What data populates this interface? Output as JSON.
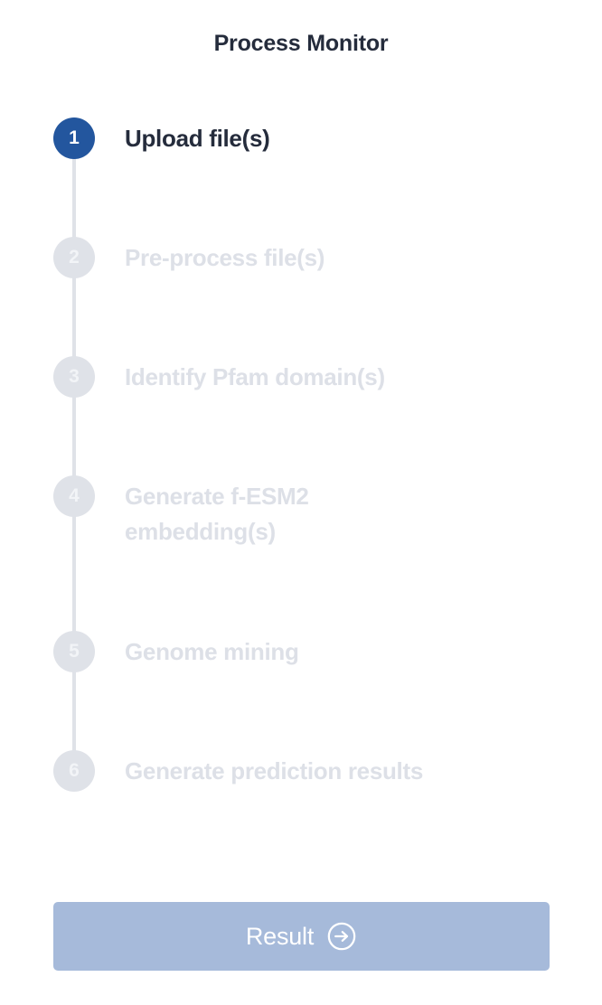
{
  "header": {
    "title": "Process Monitor"
  },
  "colors": {
    "active_step": "#23569e",
    "inactive_step": "#dfe2e8",
    "active_label": "#252c3c",
    "inactive_label": "#dde0e7",
    "connector": "#dfe2e8",
    "button_background": "#a6bada",
    "button_text": "#ffffff",
    "page_background": "#ffffff"
  },
  "stepper": {
    "steps": [
      {
        "number": "1",
        "label": "Upload file(s)",
        "state": "active"
      },
      {
        "number": "2",
        "label": "Pre-process file(s)",
        "state": "inactive"
      },
      {
        "number": "3",
        "label": "Identify Pfam domain(s)",
        "state": "inactive"
      },
      {
        "number": "4",
        "label": "Generate f-ESM2 embedding(s)",
        "state": "inactive"
      },
      {
        "number": "5",
        "label": "Genome mining",
        "state": "inactive"
      },
      {
        "number": "6",
        "label": "Generate prediction results",
        "state": "inactive"
      }
    ]
  },
  "footer": {
    "result_button": {
      "label": "Result",
      "icon": "arrow-right-circle-icon",
      "enabled": false
    }
  }
}
